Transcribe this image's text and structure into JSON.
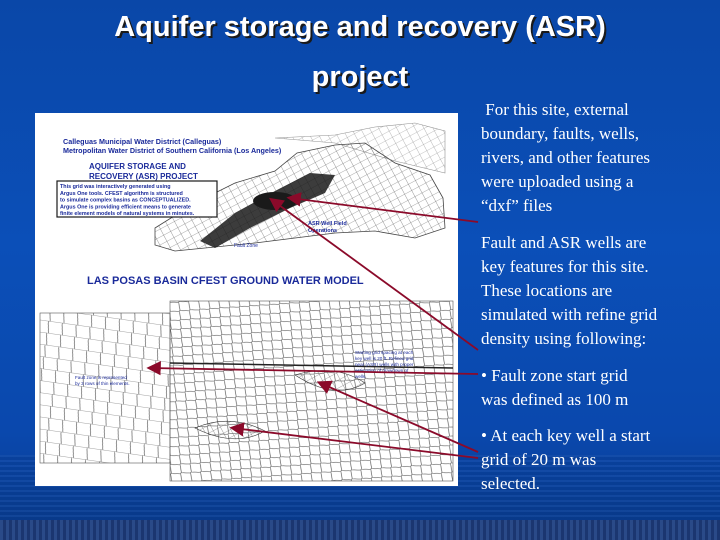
{
  "slide": {
    "title_line1": "Aquifer storage and recovery (ASR)",
    "title_line2": "project"
  },
  "figure": {
    "header_line1": "Calleguas Municipal Water District (Calleguas)",
    "header_line2": "Metropolitan Water District of Southern California (Los Angeles)",
    "project_line1": "AQUIFER STORAGE AND",
    "project_line2": "RECOVERY (ASR) PROJECT",
    "note_lines": [
      "This grid was interactively generated using",
      "Argus One tools. CFEST algorithm is structured",
      "to simulate complex basins as CONCEPTUALIZED.",
      "Argus One is providing efficient means to generate",
      "finite element models of natural systems in minutes."
    ],
    "asr_label_line1": "ASR Well Field",
    "asr_label_line2": "Operations",
    "fault_zone_label": "Fault Zone",
    "model_title": "LAS POSAS BASIN CFEST GROUND WATER MODEL",
    "right_note_lines": [
      "Starting grid spacing at each",
      "key well is 20 ft. Refined grid",
      "near (ASR) wells with proper",
      "estimation of drawdown of",
      "wells."
    ],
    "left_note_lines": [
      "Fault zone is represented",
      "by 3 rows of thin elements."
    ]
  },
  "text": {
    "para1_lines": [
      " For this site, external",
      "boundary, faults, wells,",
      "rivers, and other features",
      "were uploaded using a",
      "“dxf” files"
    ],
    "para2_lines": [
      "Fault and ASR wells are",
      "key features for this site.",
      "These locations are",
      "simulated with refine grid",
      "density using following:"
    ],
    "para3_lines": [
      "• Fault zone start grid",
      "was defined as 100 m"
    ],
    "para4_lines": [
      "• At each key well a start",
      "grid of 20 m was",
      "selected."
    ]
  },
  "colors": {
    "background": "#0b4fb8",
    "title_text": "#ffffff",
    "arrow": "#8b0a2a",
    "figure_blue_text": "#1a2a9a"
  }
}
